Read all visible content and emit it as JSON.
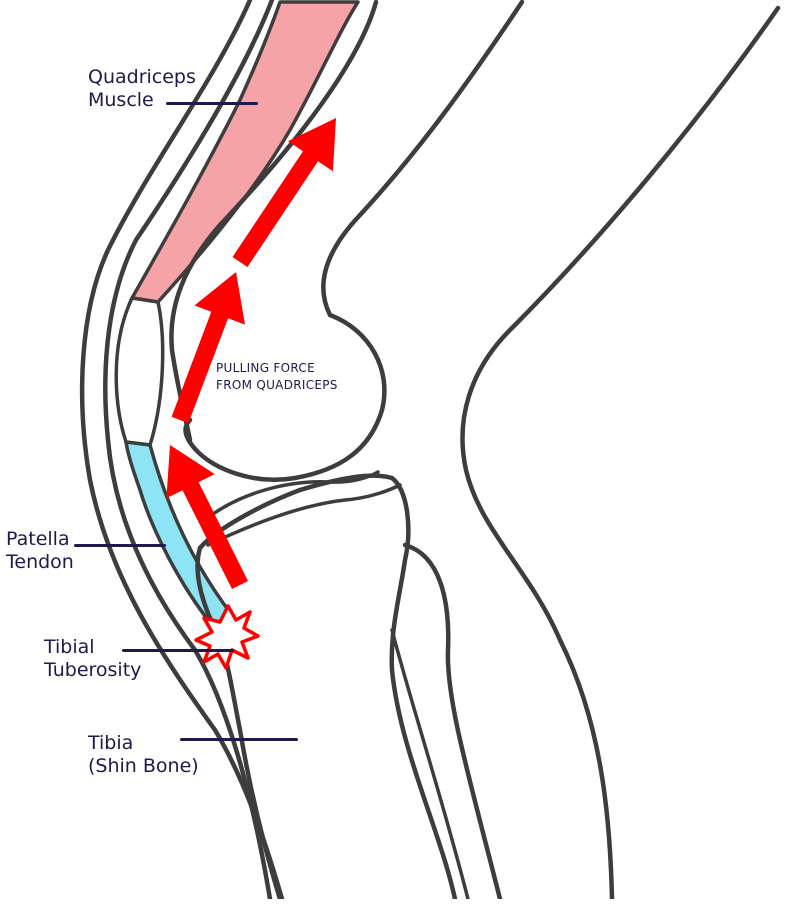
{
  "diagram": {
    "labels": {
      "quadriceps": [
        "Quadriceps",
        "Muscle"
      ],
      "patella_tendon": [
        "Patella",
        "Tendon"
      ],
      "tibial_tuberosity": [
        "Tibial",
        "Tuberosity"
      ],
      "tibia": [
        "Tibia",
        "(Shin Bone)"
      ]
    },
    "force_label": [
      "PULLING FORCE",
      "FROM QUADRICEPS"
    ],
    "colors": {
      "muscle": "#f5a3a6",
      "tendon": "#8ee3f5",
      "force_arrow": "#ff0000",
      "outline": "#3d3d3d",
      "label_text": "#1e1a4a"
    }
  }
}
